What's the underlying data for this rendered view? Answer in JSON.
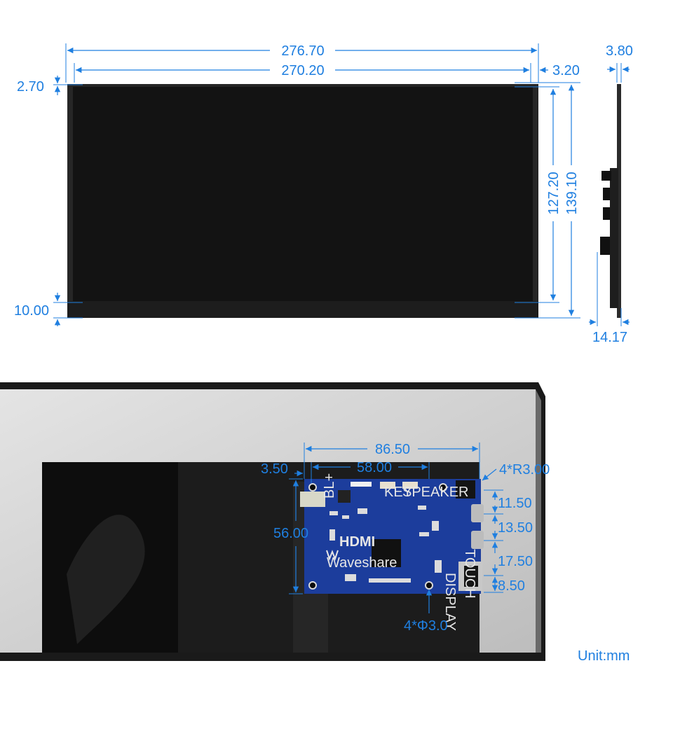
{
  "colors": {
    "dimension": "#1f7fe0",
    "screen": "#111111",
    "bezel": "#2a2a2a",
    "panel_back": "#cfcfcf",
    "panel_frame": "#1a1a1a",
    "pcb": "#1c3d9c"
  },
  "front_view": {
    "overall_width": "276.70",
    "active_width": "270.20",
    "top_offset": "2.70",
    "right_offset": "3.20",
    "bottom_border": "10.00",
    "active_height": "127.20",
    "overall_height": "139.10"
  },
  "side_view": {
    "thickness": "3.80",
    "total_depth": "14.17"
  },
  "back_view": {
    "hole_spacing_x": "86.50",
    "board_inner_width": "58.00",
    "left_offset": "3.50",
    "board_height": "56.00",
    "mount_radius": "4*R3.00",
    "hole_diameter": "4*Φ3.0",
    "port_gap_1": "11.50",
    "port_gap_2": "13.50",
    "port_gap_3": "17.50",
    "port_gap_4": "8.50",
    "pcb_labels": {
      "hdmi": "HDMI",
      "brand": "Waveshare",
      "key": "KEY",
      "speaker": "SPEAKER",
      "touch": "TOUCH",
      "display": "DISPLAY",
      "bl": "BL+"
    }
  },
  "unit_label": "Unit:mm"
}
